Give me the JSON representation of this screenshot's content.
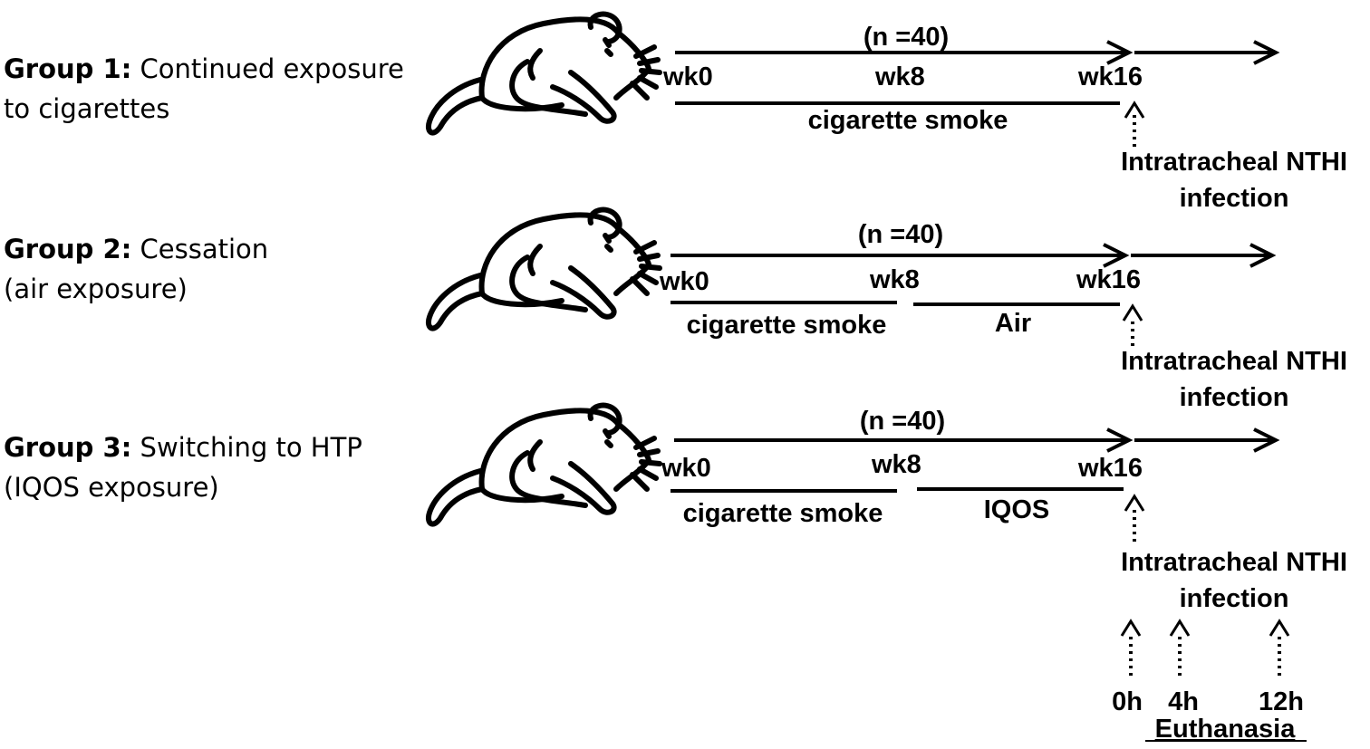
{
  "groups": [
    {
      "name": "Group 1:",
      "desc_line1": "Continued exposure",
      "desc_line2": "to cigarettes",
      "n": "(n =40)",
      "wk0": "wk0",
      "wk8": "wk8",
      "wk16": "wk16",
      "phase1": "cigarette smoke",
      "phase2": "",
      "event": "Intratracheal NTHI",
      "event2": "infection"
    },
    {
      "name": "Group 2:",
      "desc_line1": "Cessation",
      "desc_line2": "(air exposure)",
      "n": "(n =40)",
      "wk0": "wk0",
      "wk8": "wk8",
      "wk16": "wk16",
      "phase1": "cigarette smoke",
      "phase2": "Air",
      "event": "Intratracheal NTHI",
      "event2": "infection"
    },
    {
      "name": "Group 3:",
      "desc_line1": "Switching to HTP",
      "desc_line2": "(IQOS exposure)",
      "n": "(n =40)",
      "wk0": "wk0",
      "wk8": "wk8",
      "wk16": "wk16",
      "phase1": "cigarette smoke",
      "phase2": "IQOS",
      "event": "Intratracheal NTHI",
      "event2": "infection"
    }
  ],
  "timepoints": [
    "0h",
    "4h",
    "12h"
  ],
  "euthanasia": "Euthanasia"
}
